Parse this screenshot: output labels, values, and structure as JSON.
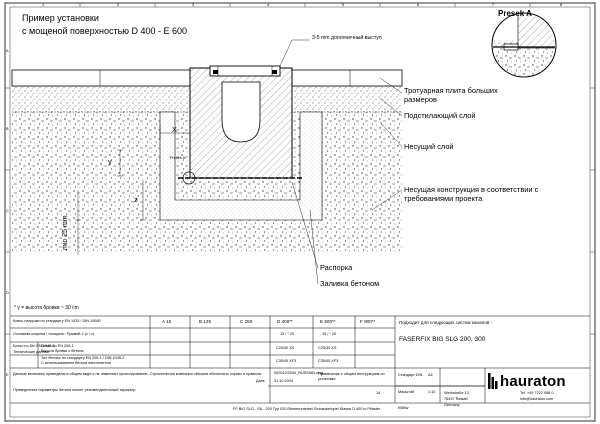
{
  "title": {
    "line1": "Пример установки",
    "line2": "с мощеной поверхностью  D 400 - E 600"
  },
  "detail_label": "Presek A",
  "annotations": {
    "protrusion": "3-5 mm дополнечный выступ",
    "paving_slab": "Тротуарная плита больших размеров",
    "sub_layer": "Подстилающий слой",
    "load_layer": "Несущий слой",
    "structure": "Несущая конструкция в соответствии с требованиями проекта",
    "brace": "Распорка",
    "concrete_fill": "Заливка бетоном",
    "presek_a_small": "Presek A",
    "dim_x": "X",
    "dim_y": "y",
    "dim_z": "z",
    "dim_min": "min 25 mm"
  },
  "footnote": "* y = высота бровки ~ 30 cm",
  "grid": {
    "cols": [
      "1",
      "2",
      "3",
      "4",
      "5",
      "6",
      "7",
      "8"
    ],
    "rows": [
      "A",
      "B",
      "C",
      "D",
      "E"
    ]
  },
  "table": {
    "header_label": "Класс нагрузки по стандарту EN 1433 / DIN 19580",
    "classes": [
      "A 15",
      "B 125",
      "C 250",
      "D 400**",
      "E 600**",
      "F 900**"
    ],
    "row2_label": "Основная ширина / толщина / Прямой 2 (x / z)",
    "row2_d": "15 / * 20",
    "row2_e": "15 / * 20",
    "row3_label": "Бетон по EN 206-1",
    "row3_sub": "Высота бровки с бетона",
    "row3_d": "C25/30 XS",
    "row3_e": "C25/30 XS",
    "row4_label": "Тип бетона по стандарту EN 206-1 / DIN 1045-2",
    "row4_sub": "С использованием бетона наполнителя",
    "row4_d": "C35/45 XF3",
    "row4_e": "C35/45 XF3",
    "side_label": "Бетон по Din EN 1045-2",
    "side_label2": "Технические данные",
    "notes": "Данные величины приведены в общем виде и не заменяют проектирование. Строительная компания обязана обеспечить нормы и правила.",
    "notes2": "Приведенные параметры бетона имеют рекомендательный характер."
  },
  "title_block": {
    "for_systems_label": "Подходит для следующих систем каналов :",
    "systems": "FASERFIX BIG SLG 200, 300",
    "standard_label": "Стандарт DIN",
    "standard_value": "A4",
    "scale_label": "Масштаб",
    "scale_value": "1:10",
    "drawing_no": "000012/2004_RUSSIAN.dwg",
    "date_label": "Дата:",
    "date": "31.10.2004",
    "description": "Примечание к общим инструкциям по установке",
    "page": "14",
    "lang": "EBBw",
    "footer": "FF BIG SLG - SA - 200 Typ 020 Rinnenunterteil Einbaubeispiel Klasse D 400 in Pflaster",
    "company": "hauraton",
    "address1": "Werkstraße 13",
    "address2": "76437 Rastatt",
    "address3": "Germany",
    "phone": "Tel. +49 7222 958 0",
    "email": "info@hauraton.com"
  },
  "colors": {
    "line": "#000000",
    "concrete_dots": "#444444",
    "hatch": "#555555"
  }
}
